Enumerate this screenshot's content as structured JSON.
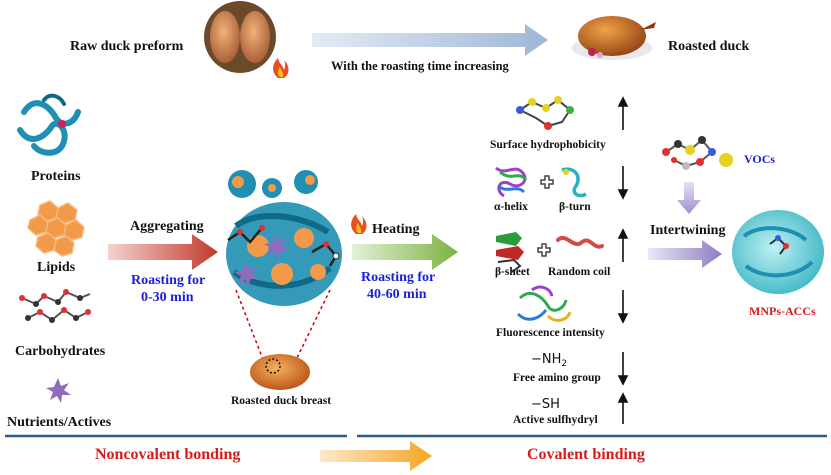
{
  "top": {
    "raw_label": "Raw duck preform",
    "process_label": "With the roasting time increasing",
    "roasted_label": "Roasted duck"
  },
  "nutrients": {
    "proteins": "Proteins",
    "lipids": "Lipids",
    "carbohydrates": "Carbohydrates",
    "actives": "Nutrients/Actives"
  },
  "stage1": {
    "action": "Aggregating",
    "time_line1": "Roasting for",
    "time_line2": "0-30 min",
    "product": "Roasted duck breast"
  },
  "stage2": {
    "action": "Heating",
    "time_line1": "Roasting for",
    "time_line2": "40-60 min"
  },
  "changes": {
    "surface": "Surface hydrophobicity",
    "alpha_helix": "α-helix",
    "beta_turn": "β-turn",
    "beta_sheet": "β-sheet",
    "random_coil": "Random coil",
    "fluorescence": "Fluorescence intensity",
    "nh2_formula": "−NH",
    "nh2_sub": "2",
    "free_amino": "Free amino group",
    "sh_formula": "−SH",
    "active_sulfhydryl": "Active sulfhydryl"
  },
  "right": {
    "vocs": "VOCs",
    "intertwining": "Intertwining",
    "complex": "MNPs-ACCs"
  },
  "bottom": {
    "noncovalent": "Noncovalent bonding",
    "covalent": "Covalent binding"
  },
  "colors": {
    "blue_text": "#1a1fd6",
    "red_text": "#d81c1c",
    "arrow_red": "#c0392b",
    "arrow_green": "#7cb342",
    "arrow_purple": "#8e7cc3",
    "arrow_orange": "#f5a623",
    "protein_teal": "#1f8fb3",
    "lipid_orange": "#f39a4a"
  }
}
